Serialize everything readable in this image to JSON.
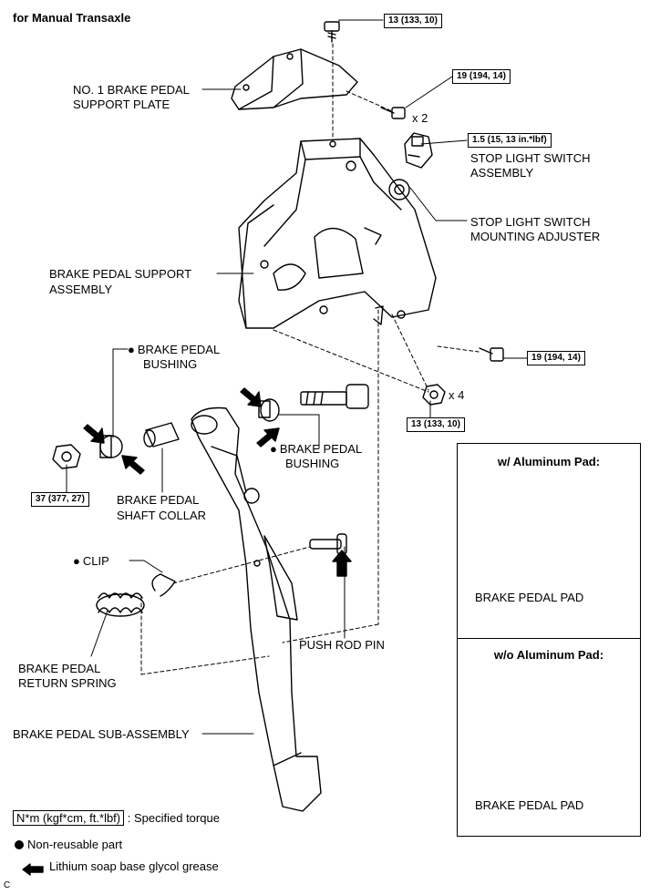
{
  "header": {
    "title": "for Manual Transaxle"
  },
  "labels": {
    "support_plate": [
      "NO. 1 BRAKE PEDAL",
      "SUPPORT PLATE"
    ],
    "stop_switch": [
      "STOP LIGHT SWITCH",
      "ASSEMBLY"
    ],
    "adjuster": [
      "STOP LIGHT SWITCH",
      "MOUNTING ADJUSTER"
    ],
    "support_assy": [
      "BRAKE PEDAL SUPPORT",
      "ASSEMBLY"
    ],
    "bushing_left": [
      "BRAKE PEDAL",
      "BUSHING"
    ],
    "bushing_right": [
      "BRAKE PEDAL",
      "BUSHING"
    ],
    "collar": [
      "BRAKE PEDAL",
      "SHAFT COLLAR"
    ],
    "clip": "CLIP",
    "spring": [
      "BRAKE PEDAL",
      "RETURN SPRING"
    ],
    "push_rod_pin": "PUSH ROD PIN",
    "sub_assy": "BRAKE PEDAL SUB-ASSEMBLY"
  },
  "torques": {
    "top": "13 (133, 10)",
    "bolt_x2": "19 (194, 14)",
    "switch": "1.5 (15, 13 in.*lbf)",
    "side_bolt": "19 (194, 14)",
    "nut_x4": "13 (133, 10)",
    "pivot_nut": "37 (377, 27)"
  },
  "quantities": {
    "x2": "x 2",
    "x4": "x 4"
  },
  "insets": {
    "aluminum": {
      "title": "w/ Aluminum Pad:",
      "label": "BRAKE PEDAL PAD"
    },
    "no_aluminum": {
      "title": "w/o Aluminum Pad:",
      "label": "BRAKE PEDAL PAD"
    }
  },
  "legend": {
    "torque_box": "N*m (kgf*cm, ft.*lbf)",
    "torque_desc": ": Specified torque",
    "nonreusable": "Non-reusable part",
    "grease": "Lithium soap base glycol grease"
  },
  "corner_code": "C"
}
